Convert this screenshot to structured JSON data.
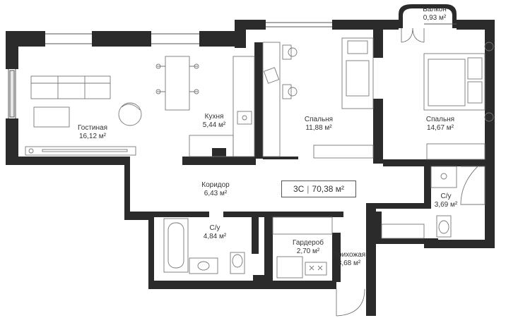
{
  "apartment": {
    "type": "3С",
    "total_area": "70,38 м²"
  },
  "rooms": {
    "balcony": {
      "name": "Балкон",
      "area": "0,93 м²"
    },
    "living": {
      "name": "Гостиная",
      "area": "16,12 м²"
    },
    "kitchen": {
      "name": "Кухня",
      "area": "5,44 м²"
    },
    "bedroom1": {
      "name": "Спальня",
      "area": "11,88 м²"
    },
    "bedroom2": {
      "name": "Спальня",
      "area": "14,67 м²"
    },
    "corridor": {
      "name": "Коридор",
      "area": "6,43 м²"
    },
    "bathroom1": {
      "name": "С/у",
      "area": "4,84 м²"
    },
    "bathroom2": {
      "name": "С/у",
      "area": "3,69 м²"
    },
    "wardrobe": {
      "name": "Гардероб",
      "area": "2,70 м²"
    },
    "hallway": {
      "name": "Прихожая",
      "area": "3,68 м²"
    }
  }
}
